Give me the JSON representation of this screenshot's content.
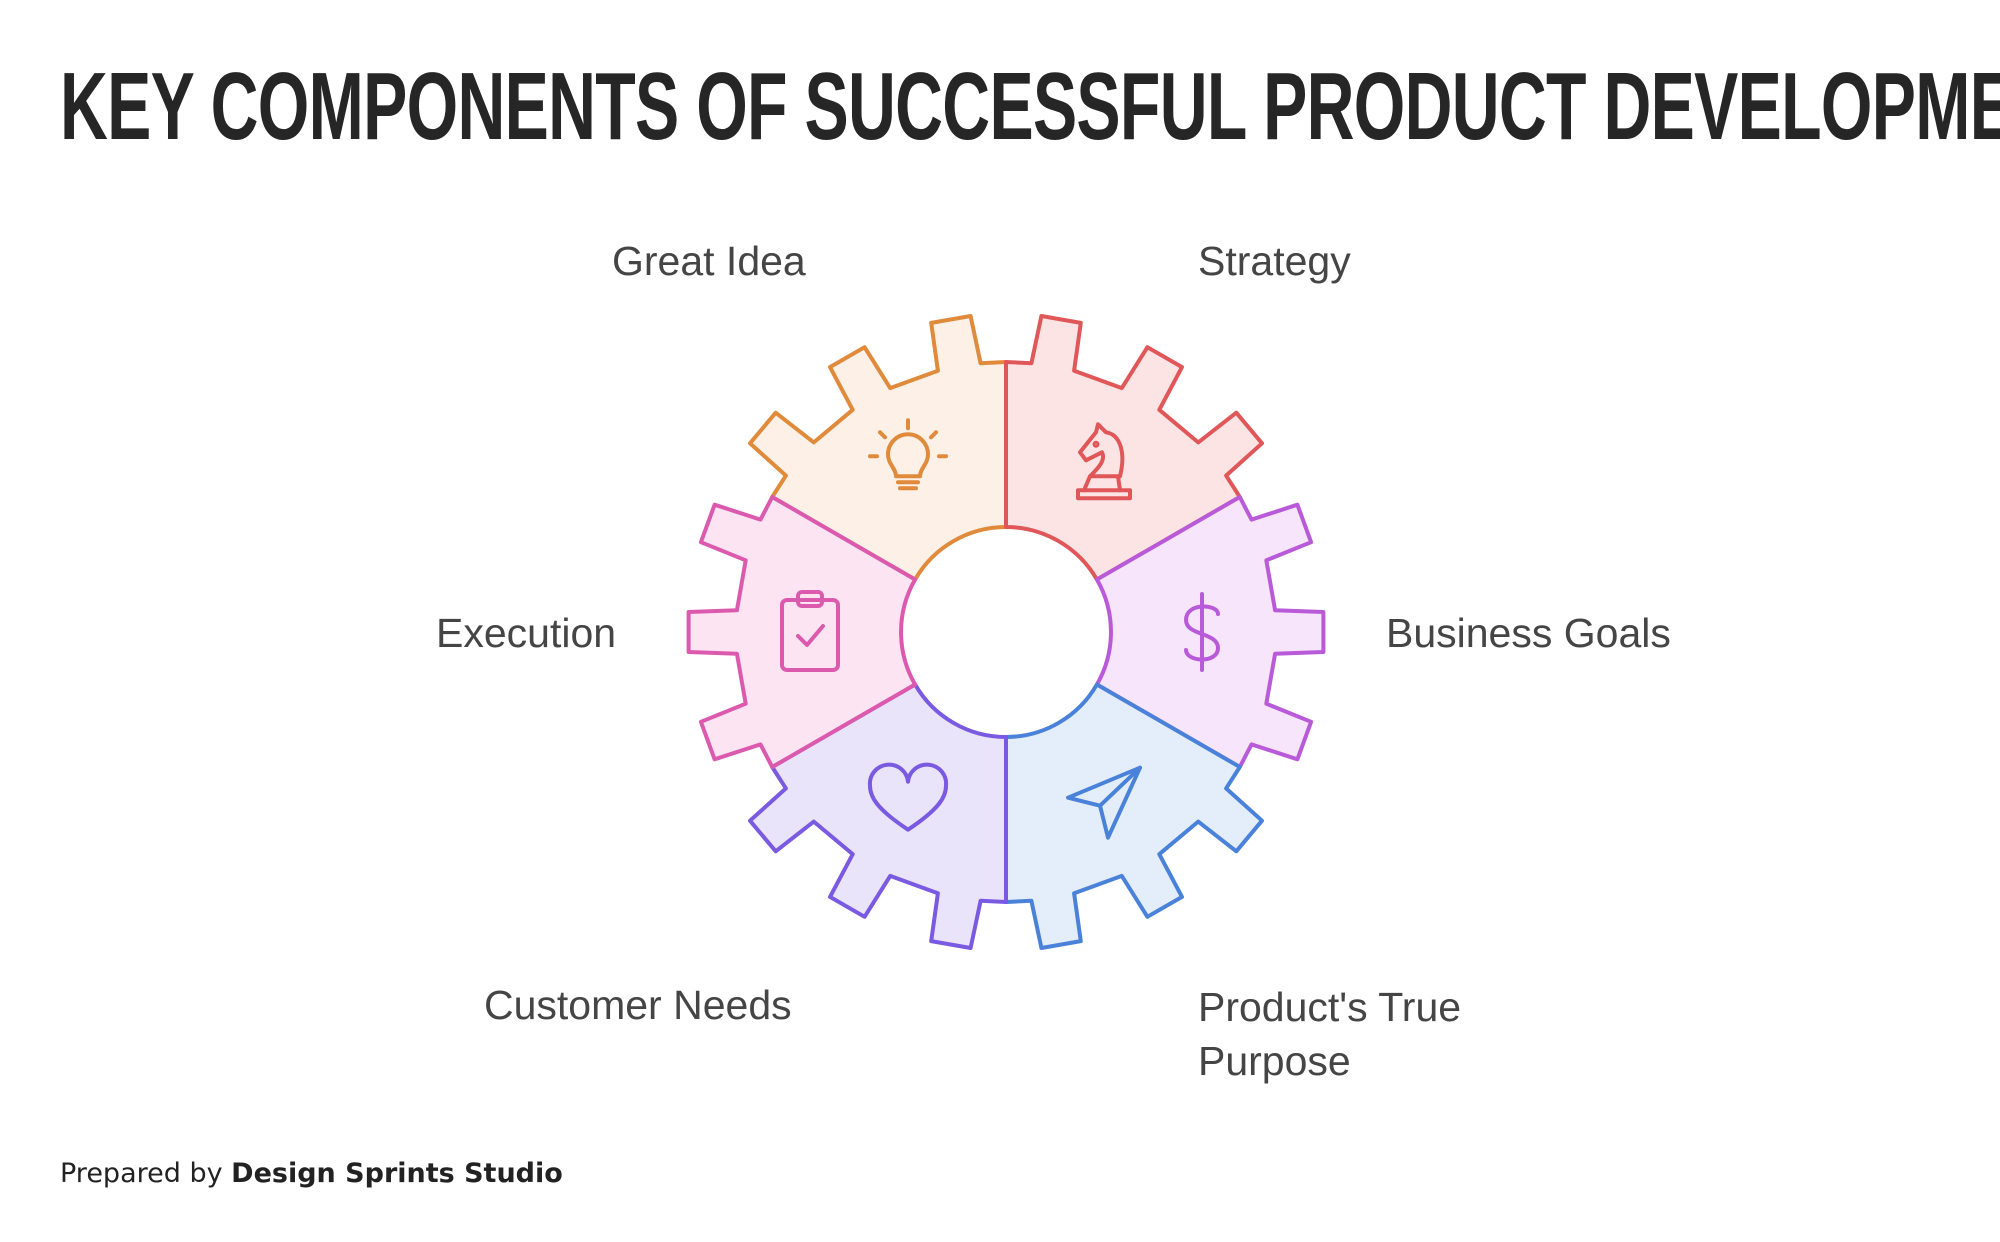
{
  "title": "KEY COMPONENTS OF SUCCESSFUL PRODUCT DEVELOPMENT",
  "segments": [
    {
      "label": "Great Idea",
      "icon": "lightbulb-icon",
      "fill": "#FDF0E6",
      "stroke": "#E08A3C"
    },
    {
      "label": "Strategy",
      "icon": "chess-knight-icon",
      "fill": "#FDE4E4",
      "stroke": "#E0575A"
    },
    {
      "label": "Business Goals",
      "icon": "dollar-icon",
      "fill": "#F6E5FB",
      "stroke": "#B95AD9"
    },
    {
      "label": "Product's True",
      "label_line2": "Purpose",
      "icon": "send-icon",
      "fill": "#E4EEFB",
      "stroke": "#4A82DA"
    },
    {
      "label": "Customer Needs",
      "icon": "heart-icon",
      "fill": "#EAE4FB",
      "stroke": "#7A5AE0"
    },
    {
      "label": "Execution",
      "icon": "clipboard-check-icon",
      "fill": "#FDE4F2",
      "stroke": "#DB5AAE"
    }
  ],
  "footer": {
    "prefix": "Prepared by",
    "brand": "Design Sprints Studio"
  }
}
